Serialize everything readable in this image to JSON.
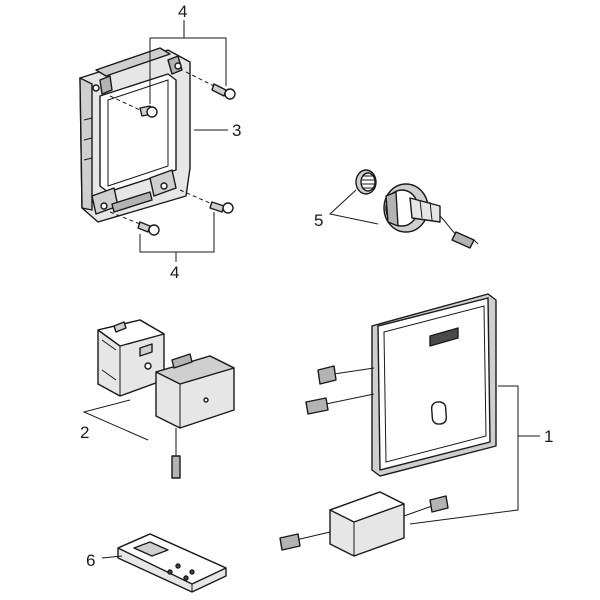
{
  "callouts": {
    "c1": "1",
    "c2": "2",
    "c3": "3",
    "c4_top": "4",
    "c4_bottom": "4",
    "c5": "5",
    "c6": "6"
  }
}
